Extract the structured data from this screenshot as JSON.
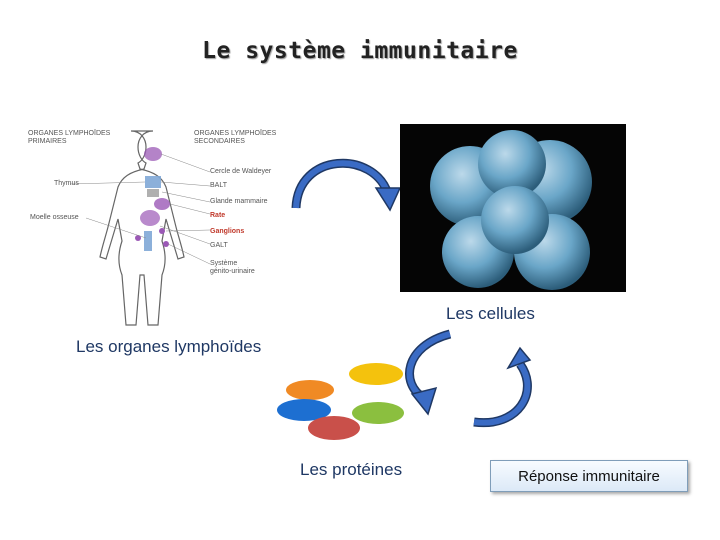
{
  "title": "Le système immunitaire",
  "diagram": {
    "header_left": "ORGANES LYMPHOÏDES\nPRIMAIRES",
    "header_right": "ORGANES LYMPHOÏDES\nSECONDAIRES",
    "left_labels": [
      "Thymus",
      "Moelle osseuse"
    ],
    "right_labels": [
      "Cercle de Waldeyer",
      "BALT",
      "Glande mammaire",
      "Rate",
      "Ganglions",
      "GALT",
      "Système\ngénito-urinaire"
    ]
  },
  "captions": {
    "cells": "Les cellules",
    "organs": "Les organes lymphoïdes",
    "proteins": "Les protéines"
  },
  "button": {
    "label": "Réponse immunitaire"
  },
  "colors": {
    "arrow_blue": "#3a6bc4",
    "arrow_dark": "#1f3864",
    "protein_yellow": "#f4c20d",
    "protein_orange": "#f08a24",
    "protein_blue": "#1d6fd1",
    "protein_green": "#8bbf3f",
    "protein_red": "#c9504a",
    "cell_blue": "#6aa6c8",
    "organ_purple": "#9b59b6"
  }
}
